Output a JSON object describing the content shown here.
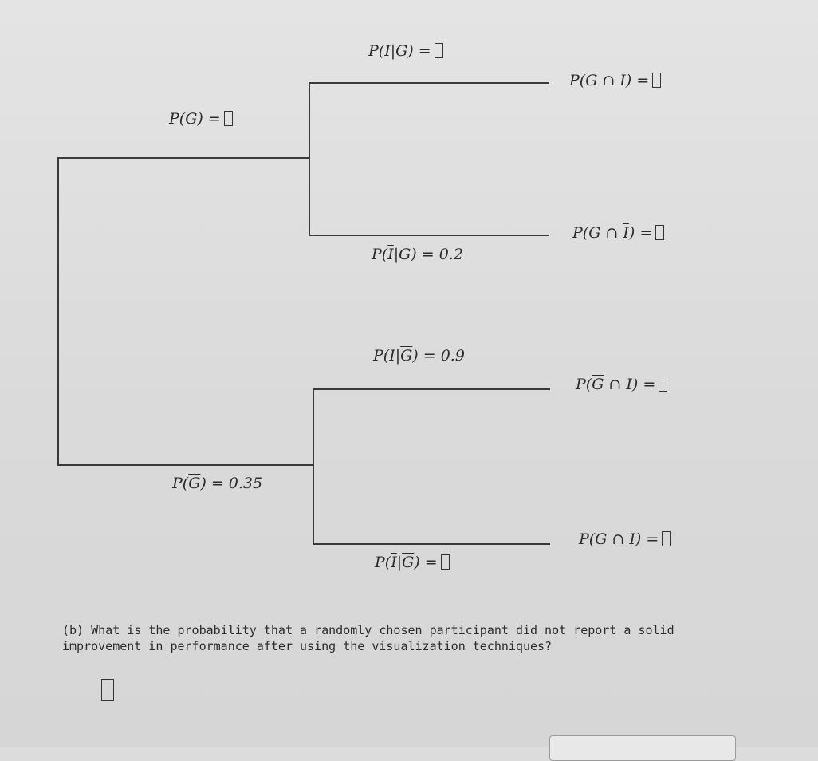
{
  "tree": {
    "branch_labels": {
      "p_g": {
        "prefix": "P(G) ="
      },
      "p_gbar": {
        "pre": "P(",
        "ov": "G",
        "post": ") = 0.35"
      },
      "p_i_given_g": {
        "prefix": "P(I|G) ="
      },
      "p_ibar_given_g": {
        "pre": "P(",
        "ov": "I",
        "post": "|G) = 0.2"
      },
      "p_i_given_gbar": {
        "pre": "P(I|",
        "ov": "G",
        "post": ") = 0.9"
      },
      "p_ibar_given_gbar": {
        "pre": "P(",
        "ov1": "I",
        "mid": "|",
        "ov2": "G",
        "post": ") ="
      }
    },
    "outcomes": {
      "g_and_i": {
        "prefix": "P(G ∩ I) ="
      },
      "g_and_ibar": {
        "pre": "P(G ∩ ",
        "ov": "I",
        "post": ") ="
      },
      "gbar_and_i": {
        "pre": "P(",
        "ov": "G",
        "post": " ∩ I) ="
      },
      "gbar_and_ibar": {
        "pre": "P(",
        "ov1": "G",
        "mid": " ∩ ",
        "ov2": "I",
        "post": ") ="
      }
    }
  },
  "question": {
    "text": "(b) What is the probability that a randomly chosen participant did not report a solid improvement in performance after using the visualization techniques?"
  }
}
